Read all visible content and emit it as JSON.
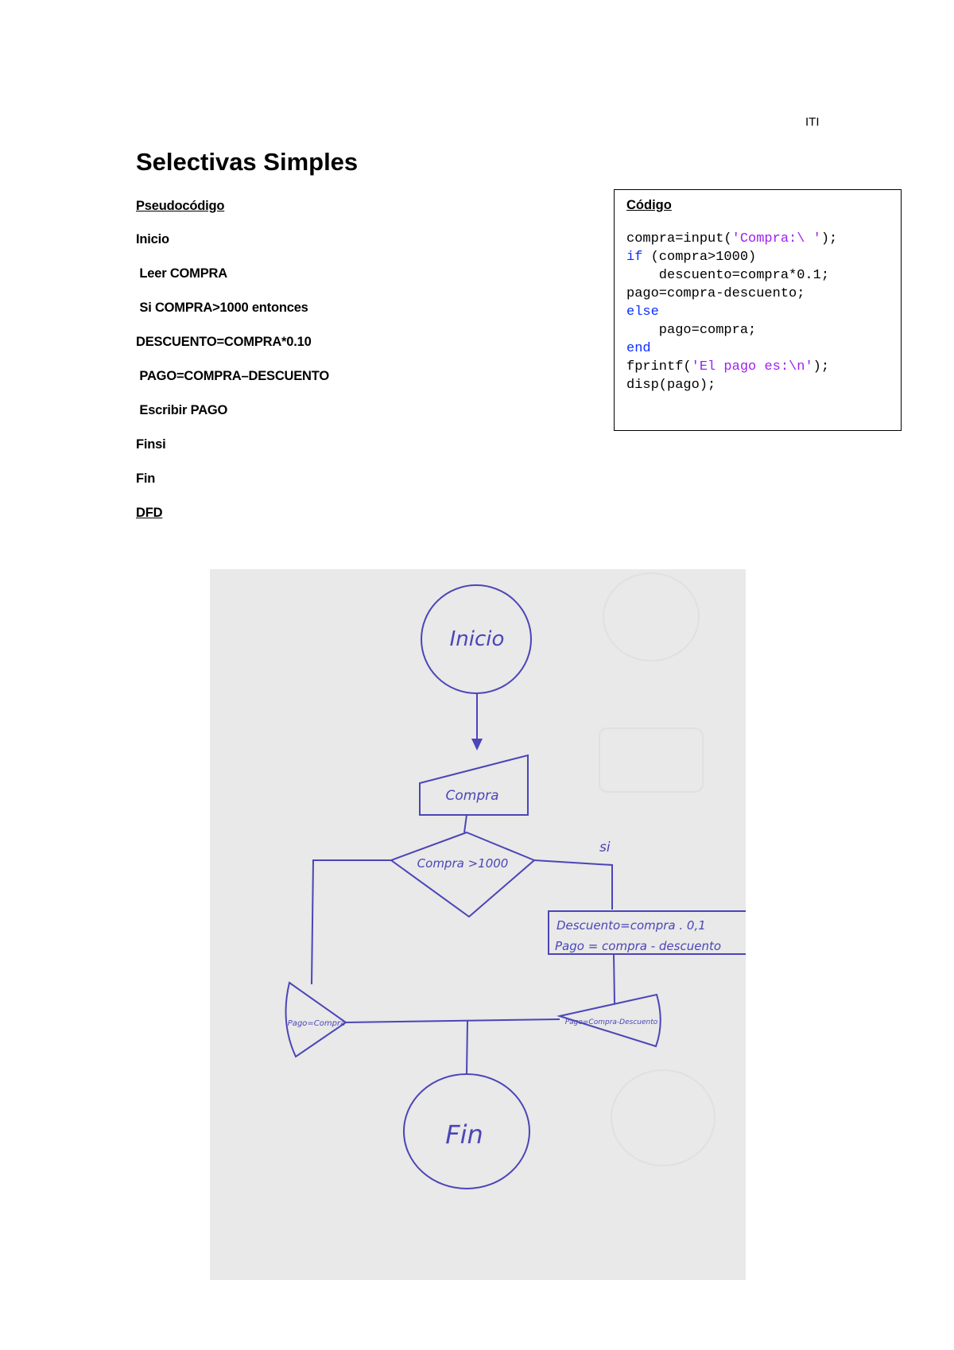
{
  "header": {
    "label": "ITI"
  },
  "title": "Selectivas Simples",
  "pseudocode": {
    "heading": "Pseudocódigo",
    "lines": [
      "Inicio",
      " Leer COMPRA",
      " Si COMPRA>1000 entonces",
      "DESCUENTO=COMPRA*0.10",
      " PAGO=COMPRA–DESCUENTO",
      " Escribir PAGO",
      "Finsi",
      "Fin"
    ],
    "dfd_heading": "DFD"
  },
  "code_box": {
    "heading": "Código",
    "lines": [
      [
        {
          "t": "compra=input(",
          "c": "plain"
        },
        {
          "t": "'Compra:\\ '",
          "c": "str"
        },
        {
          "t": ");",
          "c": "plain"
        }
      ],
      [
        {
          "t": "if",
          "c": "kw"
        },
        {
          "t": " (compra>1000)",
          "c": "plain"
        }
      ],
      [
        {
          "t": "    descuento=compra*0.1;",
          "c": "plain"
        }
      ],
      [
        {
          "t": "pago=compra-descuento;",
          "c": "plain"
        }
      ],
      [
        {
          "t": "else",
          "c": "kw"
        }
      ],
      [
        {
          "t": "    pago=compra;",
          "c": "plain"
        }
      ],
      [
        {
          "t": "end",
          "c": "kw"
        }
      ],
      [
        {
          "t": "fprintf(",
          "c": "plain"
        },
        {
          "t": "'El pago es:\\n'",
          "c": "str"
        },
        {
          "t": ");",
          "c": "plain"
        }
      ],
      [
        {
          "t": "disp(pago);",
          "c": "plain"
        }
      ]
    ]
  },
  "flowchart": {
    "ink_color": "#4b45b8",
    "paper_color": "#e8e9e8",
    "start": "Inicio",
    "input": "Compra",
    "condition": "Compra >1000",
    "yes_label": "si",
    "process_lines": [
      "Descuento=compra . 0,1",
      "Pago = compra - descuento"
    ],
    "output_left": "Pago=Compra",
    "output_right": "Pago=Compra-Descuento",
    "end": "Fin"
  }
}
